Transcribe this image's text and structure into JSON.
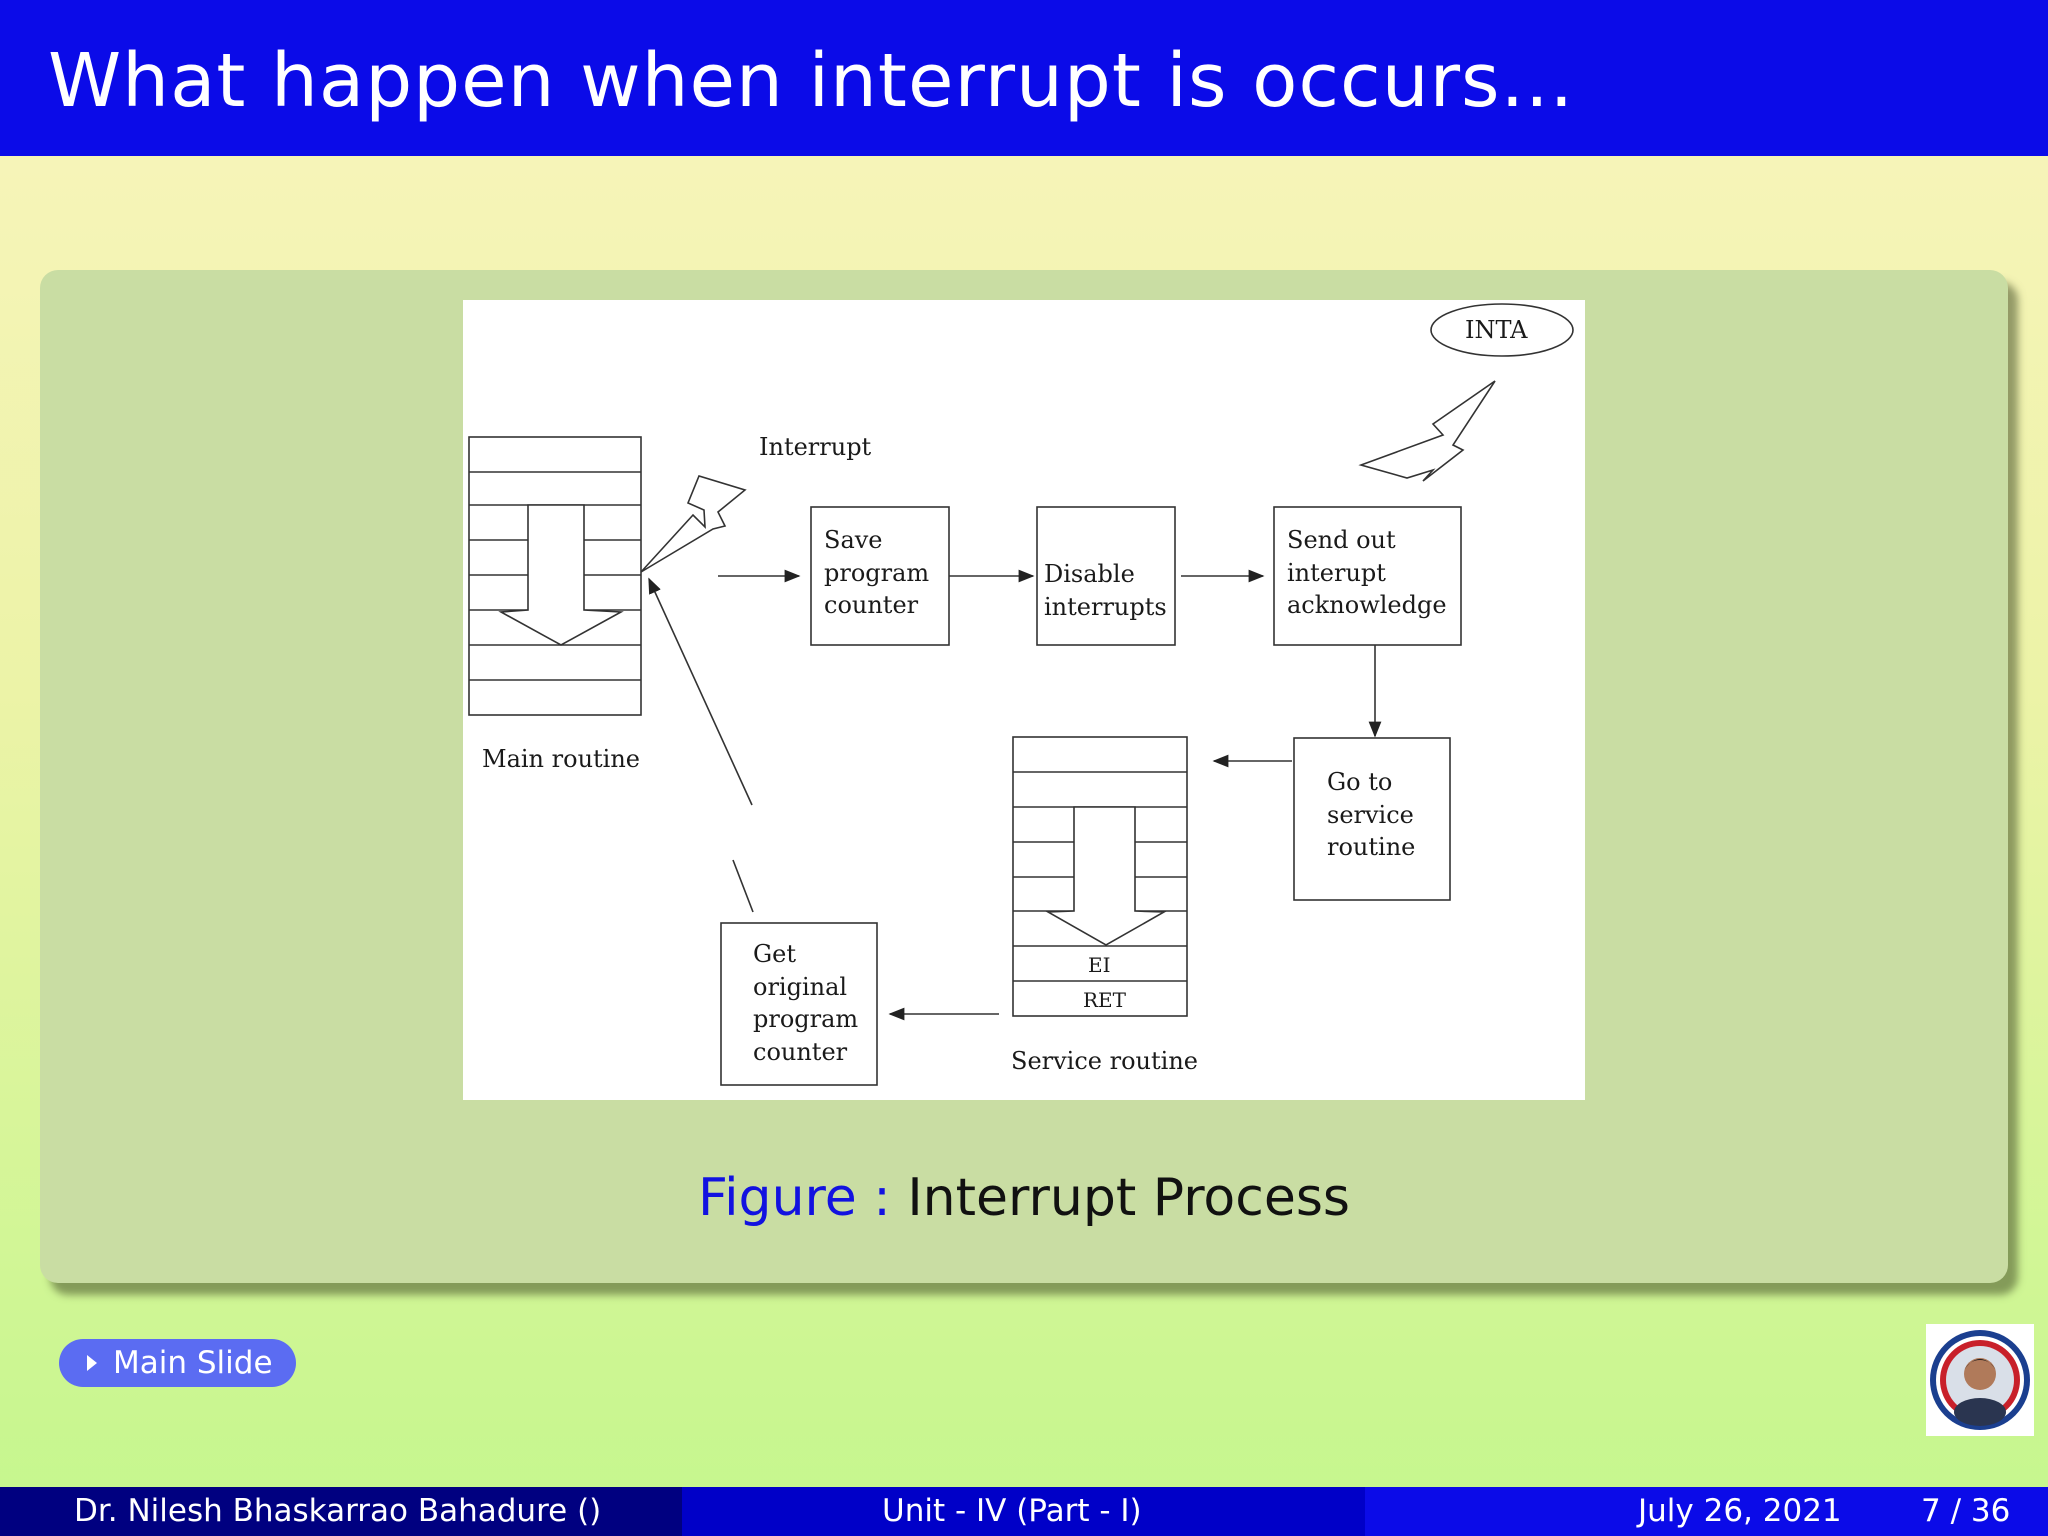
{
  "slide": {
    "title": "What happen when interrupt is occurs...",
    "figure": {
      "labels": {
        "inta": "INTA",
        "interrupt": "Interrupt",
        "save_line1": "Save",
        "save_line2": "program",
        "save_line3": "counter",
        "disable_line1": "Disable",
        "disable_line2": "interrupts",
        "send_line1": "Send out",
        "send_line2": "interupt",
        "send_line3": "acknowledge",
        "goto_line1": "Go to",
        "goto_line2": "service",
        "goto_line3": "routine",
        "get_line1": "Get",
        "get_line2": "original",
        "get_line3": "program",
        "get_line4": "counter",
        "ei": "EI",
        "ret": "RET",
        "main_routine": "Main routine",
        "service_routine": "Service routine"
      },
      "caption_prefix": "Figure :",
      "caption_text": "Interrupt Process"
    },
    "nav": {
      "main_slide_label": "Main Slide"
    },
    "footer": {
      "author": "Dr. Nilesh Bhaskarrao Bahadure  ()",
      "unit": "Unit - IV (Part - I)",
      "date": "July 26, 2021",
      "page": "7 / 36"
    },
    "colors": {
      "title_bar": "#0b0be8",
      "block_body": "#c9dda3",
      "caption_prefix": "#1212e0",
      "button": "#5b6cf2",
      "footer_left": "#000080",
      "footer_mid": "#0000c8",
      "footer_right": "#0b0be8"
    }
  }
}
